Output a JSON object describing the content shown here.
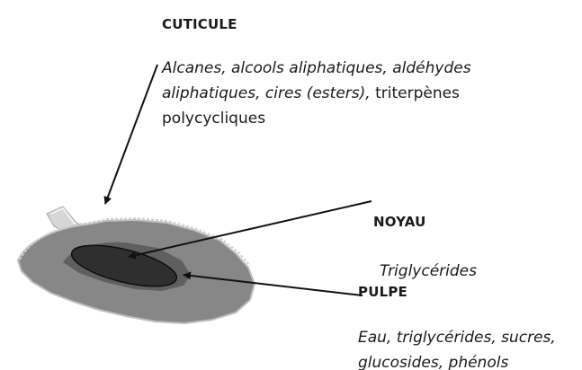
{
  "cuticule": {
    "title": "CUTICULE",
    "line1": "Alcanes, alcools aliphatiques, aldéhydes",
    "line2_italic": "aliphatiques, cires (esters),",
    "line2_plain": " triterpènes",
    "line3": "polycycliques"
  },
  "noyau": {
    "title": "NOYAU",
    "desc": "Triglycérides"
  },
  "pulpe": {
    "title": "PULPE",
    "line1": "Eau, triglycérides, sucres,",
    "line2": "glucosides, phénols"
  },
  "colors": {
    "pulp": "#878787",
    "pulp_dark": "#5f5f5f",
    "stone": "#2f2f2f",
    "stone_edge": "#0f0f0f",
    "stem": "#d6d6d6",
    "arrow": "#111111"
  }
}
